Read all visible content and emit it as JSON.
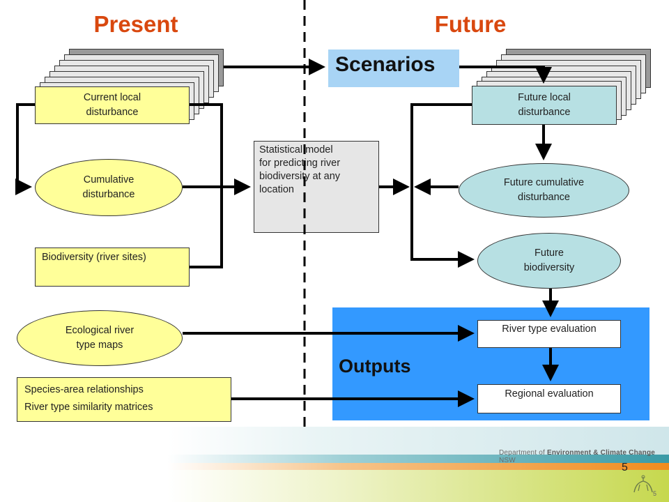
{
  "headings": {
    "present": "Present",
    "future": "Future"
  },
  "scenarios": "Scenarios",
  "outputs": "Outputs",
  "current_local": {
    "line1": "Current local",
    "line2": "disturbance"
  },
  "cumulative": {
    "line1": "Cumulative",
    "line2": "disturbance"
  },
  "biodiversity_sites": "Biodiversity (river sites)",
  "eco_maps": {
    "line1": "Ecological river",
    "line2": "type maps"
  },
  "species": {
    "line1": "Species-area relationships",
    "line2": "River type similarity matrices"
  },
  "stat_model": {
    "line1": "Statistical model",
    "line2": "for predicting river",
    "line3": "biodiversity at any",
    "line4": "location"
  },
  "future_local": {
    "line1": "Future local",
    "line2": "disturbance"
  },
  "future_cumulative": {
    "line1": "Future cumulative",
    "line2": "disturbance"
  },
  "future_biodiversity": {
    "line1": "Future",
    "line2": "biodiversity"
  },
  "river_type_eval": "River type evaluation",
  "regional_eval": "Regional evaluation",
  "footer": {
    "dept_prefix": "Department of",
    "dept_bold": "Environment & Climate Change",
    "dept_suffix": "NSW",
    "page_number": "5",
    "page_number_small": "5"
  },
  "colors": {
    "heading": "#d9480f",
    "yellow_box": "#ffff99",
    "teal_box": "#b7e0e3",
    "scenario_box": "#a8d4f5",
    "outputs_panel": "#3399ff"
  }
}
